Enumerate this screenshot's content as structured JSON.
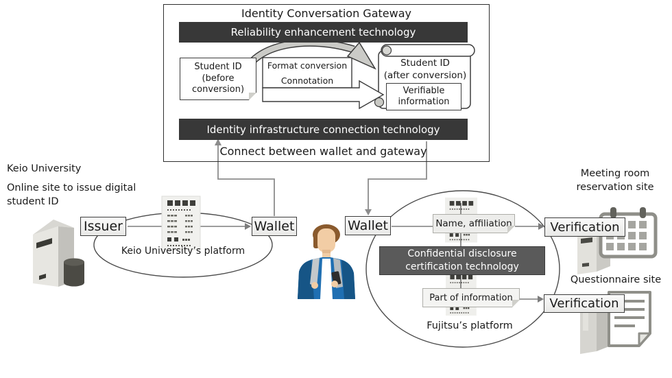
{
  "colors": {
    "bar-dark": "#383838",
    "bar-mid": "#5a5a5a",
    "box-border": "#3c3c3c",
    "line-gray": "#7d7d7d",
    "ink": "#1a1a1a",
    "jacket-blue": "#1f6fb2",
    "hair-brown": "#8a5a2d",
    "skin": "#f2cda5",
    "calendar-red": "#c23b3b"
  },
  "gateway": {
    "title": "Identity Conversation Gateway",
    "reliability": "Reliability enhancement technology",
    "infrastructure": "Identity infrastructure connection technology",
    "connect": "Connect between wallet and gateway",
    "id_before": "Student ID\n(before\nconversion)",
    "format_conversion": "Format conversion",
    "connotation": "Connotation",
    "id_after": "Student ID\n(after conversion)",
    "verifiable": "Verifiable\ninformation"
  },
  "keio": {
    "title": "Keio University",
    "subtitle": "Online site to issue digital\nstudent ID",
    "issuer": "Issuer",
    "wallet": "Wallet",
    "platform": "Keio University’s platform"
  },
  "fujitsu": {
    "wallet": "Wallet",
    "name_affiliation": "Name, affiliation",
    "confidential": "Confidential disclosure\ncertification technology",
    "part_of_information": "Part of information",
    "platform": "Fujitsu’s platform"
  },
  "verifiers": {
    "meeting": {
      "site": "Meeting room\nreservation site",
      "label": "Verification"
    },
    "questionnaire": {
      "site": "Questionnaire site",
      "label": "Verification"
    }
  },
  "icons": {
    "issuer_system": "server-database-icon",
    "student_card": "student-id-card-icon",
    "holder": "student-person-icon",
    "meeting_system": "server-calendar-icon",
    "questionnaire_system": "server-document-icon"
  }
}
